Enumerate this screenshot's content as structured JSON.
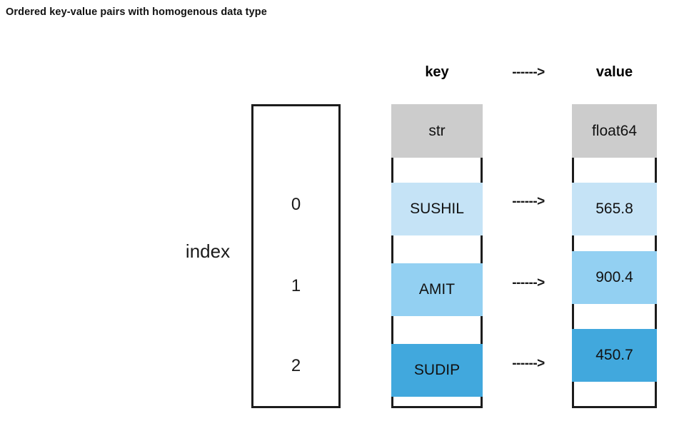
{
  "title": "Ordered key-value pairs with homogenous data type",
  "colors": {
    "outline": "#1c1c1c",
    "type_fill": "#cccccc",
    "row0_fill": "#c5e3f6",
    "row1_fill": "#93d0f2",
    "row2_fill": "#41a8dd",
    "background": "#ffffff"
  },
  "headers": {
    "key": "key",
    "value": "value",
    "mapping_arrow": "------>"
  },
  "index_column": {
    "label": "index",
    "values": [
      "0",
      "1",
      "2"
    ]
  },
  "type_row": {
    "key_type": "str",
    "value_type": "float64"
  },
  "rows": [
    {
      "index": "0",
      "key": "SUSHIL",
      "arrow": "------>",
      "value": "565.8",
      "fill": "#c5e3f6"
    },
    {
      "index": "1",
      "key": "AMIT",
      "arrow": "------>",
      "value": "900.4",
      "fill": "#93d0f2"
    },
    {
      "index": "2",
      "key": "SUDIP",
      "arrow": "------>",
      "value": "450.7",
      "fill": "#41a8dd"
    }
  ]
}
